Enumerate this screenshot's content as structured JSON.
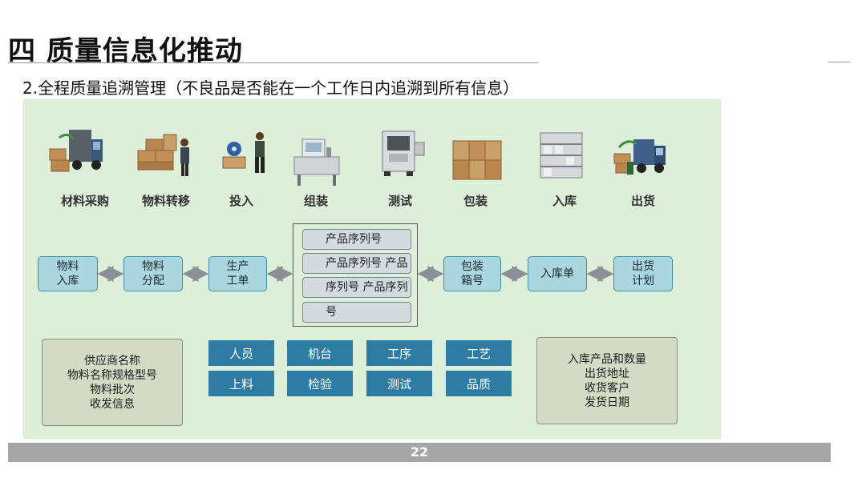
{
  "title": "四 质量信息化推动",
  "subtitle": "2.全程质量追溯管理（不良品是否能在一个工作日内追溯到所有信息）",
  "stages": [
    {
      "label": "材料采购",
      "icon": "truck-delivery-icon"
    },
    {
      "label": "物料转移",
      "icon": "worker-boxes-icon"
    },
    {
      "label": "投入",
      "icon": "worker-loading-icon"
    },
    {
      "label": "组装",
      "icon": "assembly-machine-icon"
    },
    {
      "label": "测试",
      "icon": "test-machine-icon"
    },
    {
      "label": "包装",
      "icon": "cartons-icon"
    },
    {
      "label": "入库",
      "icon": "warehouse-rack-icon"
    },
    {
      "label": "出货",
      "icon": "shipping-truck-icon"
    }
  ],
  "flow": {
    "material_in": "物料\n入库",
    "material_alloc": "物料\n分配",
    "work_order": "生产\n工单",
    "serial_items": [
      "产品序列号",
      "产品序列号 产品",
      "序列号 产品序列",
      "号"
    ],
    "pack_box": "包装\n箱号",
    "stock_in": "入库单",
    "ship_plan": "出货\n计划"
  },
  "supplier_info": "供应商名称\n物料名称规格型号\n物料批次\n收发信息",
  "shipping_info": "入库产品和数量\n出货地址\n收货客户\n发货日期",
  "factors": [
    "人员",
    "机台",
    "工序",
    "工艺",
    "上料",
    "检验",
    "测试",
    "品质"
  ],
  "page_number": "22",
  "colors": {
    "panel_bg": "#ddeed9",
    "flow_box": "#a9d6df",
    "factor_box": "#2e7ba3",
    "footer_bar": "#a6a6a6"
  }
}
